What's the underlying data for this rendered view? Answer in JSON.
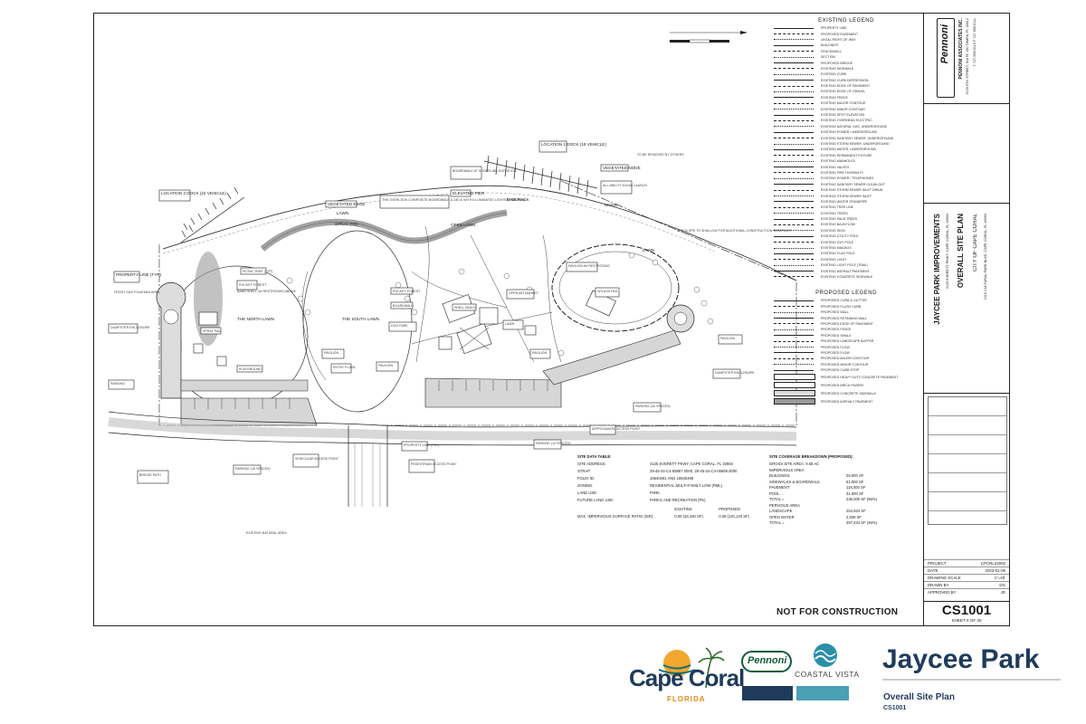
{
  "plan": {
    "labels": [
      "LOCATION 3 DOCK (22 VEHICLE)",
      "LOCATION 1 DOCK (18 VEHICLE)",
      "VEGETATED EDGE",
      "LAWN",
      "SPRAY PAD",
      "THE OVERLOOK COMPOSITE BOARDWALK & DECK WITH ILLUMINATED LIGHTED HANDRAIL",
      "OPEN LAWN",
      "BOARDWALK AT SHORELINE ELEVATION",
      "ELEVATED PIER",
      "VEGETATED NODE",
      "BIKE RACK",
      "ALL-ABILITY KAYAK LAUNCH",
      "KIOSK",
      "LAWN",
      "TO BE REMOVED BY OTHERS",
      "ADA SLOPE TO SHALLOW FOR ADDITIONAL CONSTRUCTION CONTRACT",
      "PROPERTY LINE (TYP)",
      "FRONT GAS FOUNTAIN AREA",
      "BAND SHELL W/ RESTROOMS ABOVE",
      "THE NORTH LAWN",
      "POCKET FOREST",
      "PICNIC TREE (TYP)",
      "THE SOUTH LAWN",
      "POCKET FOREST",
      "BOARDWALK",
      "DOG PARK",
      "OPEN AIR MARKET",
      "SHELL BEACH",
      "LAWN",
      "SPLASH PAD",
      "DUMPSTER ENCLOSURE",
      "PLAYGROUND",
      "PAVILION",
      "ENTRY PLAZA",
      "PAVILION",
      "PARKING",
      "PARKING (40 SPACES)",
      "PARKING (14 SPACES)",
      "PROPERTY LINE (TYP)",
      "PEDESTRIAN ACCESS POINT",
      "VEHICULAR ACCESS POINT",
      "BRIDGE PATH",
      "EXISTING NATURAL AREA",
      "PARKING (16 SPACES)",
      "APPROXIMATE ACCESS POINT",
      "PAVILION",
      "DUMPSTER ENCLOSURE",
      "PAVILION",
      "PAVILION W/ RESTROOMS",
      "SPRAY PAD"
    ]
  },
  "legend": {
    "existing_title": "EXISTING LEGEND",
    "existing_items": [
      "PROPERTY LINE",
      "PROPOSED EASEMENT",
      "LEGAL RIGHT-OF-WAY",
      "BUILDINGS",
      "FENCE/WALL",
      "SECTION",
      "PROPOSED BRIDGE",
      "EXISTING SIDEWALK",
      "EXISTING CURB",
      "EXISTING CURB DEPRESSION",
      "EXISTING EDGE OF PAVEMENT",
      "EXISTING EDGE OF GRAVEL",
      "EXISTING FENCE",
      "EXISTING MAJOR CONTOUR",
      "EXISTING MINOR CONTOUR",
      "EXISTING SPOT ELEVATION",
      "EXISTING OVERHEAD ELECTRIC",
      "EXISTING NATURAL GAS, UNDERGROUND",
      "EXISTING POWER, UNDERGROUND",
      "EXISTING SANITARY SEWER, UNDERGROUND",
      "EXISTING STORM SEWER, UNDERGROUND",
      "EXISTING WATER, UNDERGROUND",
      "EXISTING PERMANENT FIXTURE",
      "EXISTING MANHOLES",
      "EXISTING VALVES",
      "EXISTING FIRE HYDRANTS",
      "EXISTING POWER / TELEPHONES",
      "EXISTING SANITARY SEWER CLEAN OUT",
      "EXISTING STORM SEWER INLET DRAIN",
      "EXISTING STORM SEWER INLET",
      "EXISTING WATER STANDPIPE",
      "EXISTING TREE LINE",
      "EXISTING TREES",
      "EXISTING PALM TREES",
      "EXISTING BACKFLOW",
      "EXISTING SIGN",
      "EXISTING UTILITY POLE",
      "EXISTING GUY POLE",
      "EXISTING MAILBOX",
      "EXISTING FLAG POLE",
      "EXISTING LIGHT",
      "EXISTING LIGHT POLE (TRAIL)",
      "EXISTING ASPHALT PAVEMENT",
      "EXISTING CONCRETE SIDEWALK"
    ],
    "proposed_title": "PROPOSED LEGEND",
    "proposed_items": [
      "PROPOSED CURB & GUTTER",
      "PROPOSED FLUSH CURB",
      "PROPOSED WALL",
      "PROPOSED RETAINING WALL",
      "PROPOSED EDGE OF PAVEMENT",
      "PROPOSED FENCE",
      "PROPOSED SWALE",
      "PROPOSED LANDSCAPE BUFFER",
      "PROPOSED FLOW",
      "PROPOSED FLOW",
      "PROPOSED MAJOR CONTOUR",
      "PROPOSED MINOR CONTOUR",
      "PROPOSED CURB STOP",
      "PROPOSED HEAVY DUTY CONCRETE PAVEMENT",
      "PROPOSED BRICK PAVERS",
      "PROPOSED CONCRETE SIDEWALK",
      "PROPOSED ASPHALT PAVEMENT"
    ]
  },
  "tables": {
    "site_data_title": "SITE DATA TABLE:",
    "site_data": [
      [
        "SITE ADDRESS:",
        "4125 EVERETT PKWY, CAPE CORAL, FL 33904"
      ],
      [
        "STRAP:",
        "28-45-24-C4-05887.0000, 28-45-24-C4-05889.0000"
      ],
      [
        "FOLIO ID:",
        "10540461 AND 10540498"
      ],
      [
        "ZONING:",
        "RESIDENTIAL MULTI-FAMILY LOW (RML)"
      ],
      [
        "LAND USE:",
        "PARK"
      ],
      [
        "FUTURE LAND USE:",
        "PARKS AND RECREATION (PK)"
      ]
    ],
    "site_data_col_existing": "EXISTING",
    "site_data_col_proposed": "PROPOSED",
    "isr_label": "MAX. IMPERVIOUS SURFACE RATIO (ISR):",
    "isr_existing": "0.08 (33,150 SF)",
    "isr_proposed": "0.29 (120,120 SF)",
    "coverage_title": "SITE COVERAGE BREAKDOWN (PROPOSED):",
    "coverage_sub": "GROSS SITE AREA: 9.58 AC",
    "coverage": [
      [
        "IMPERVIOUS AREA",
        ""
      ],
      [
        "BUILDINGS",
        "25,000 SF"
      ],
      [
        "SIDEWALKS & BOARDWALK",
        "61,000 SF"
      ],
      [
        "PAVEMENT",
        "118,000 SF"
      ],
      [
        "POOL",
        "31,000 SF"
      ],
      [
        "TOTAL =",
        "235,000 SF (56%)"
      ],
      [
        "PERVIOUS AREA",
        ""
      ],
      [
        "LANDSCAPE",
        "254,924 SF"
      ],
      [
        "OPEN WATER",
        "2,500 SF"
      ],
      [
        "TOTAL =",
        "257,424 SF (46%)"
      ]
    ]
  },
  "titleblock": {
    "firm": "Pennoni",
    "firm_full": "PENNONI ASSOCIATES INC.",
    "firm_addr": "5133 5TH STREET, SUITE 100 TAMPA, FL 33612",
    "firm_phone": "T 727.555.0110  F 727.555.0111",
    "project": "JAYCEE PARK IMPROVEMENTS",
    "project_sub": "4125 EVERETT PKWY, CAPE CORAL, FL 33904",
    "sheet_title": "OVERALL SITE PLAN",
    "client": "CITY OF CAPE CORAL",
    "client_addr": "1015 CULTURAL PARK BLVD, CAPE CORAL, FL 33990",
    "project_no": "CPCRL23002",
    "date": "2023-01-05",
    "drawing_scale": "1\"=40'",
    "drawn_by": "DG",
    "approved_by": "JR",
    "sheet_number": "CS1001",
    "sheet_of": "SHEET  6  OF  30"
  },
  "not_for_construction": "NOT FOR CONSTRUCTION",
  "footer": {
    "cape_coral_logo": "Cape Coral",
    "cape_coral_sub": "FLORIDA",
    "pennoni_logo": "Pennoni",
    "coastal_vista_logo": "COASTAL VISTA",
    "title": "Jaycee Park",
    "subtitle": "Overall Site Plan",
    "code": "CS1001"
  },
  "colors": {
    "brand_navy": "#1f3b5c",
    "cape_coral_orange": "#e8891c",
    "cape_coral_teal": "#0f6f7a",
    "pennoni_green": "#0f5b3a",
    "coastal_teal": "#2a8fa8"
  }
}
